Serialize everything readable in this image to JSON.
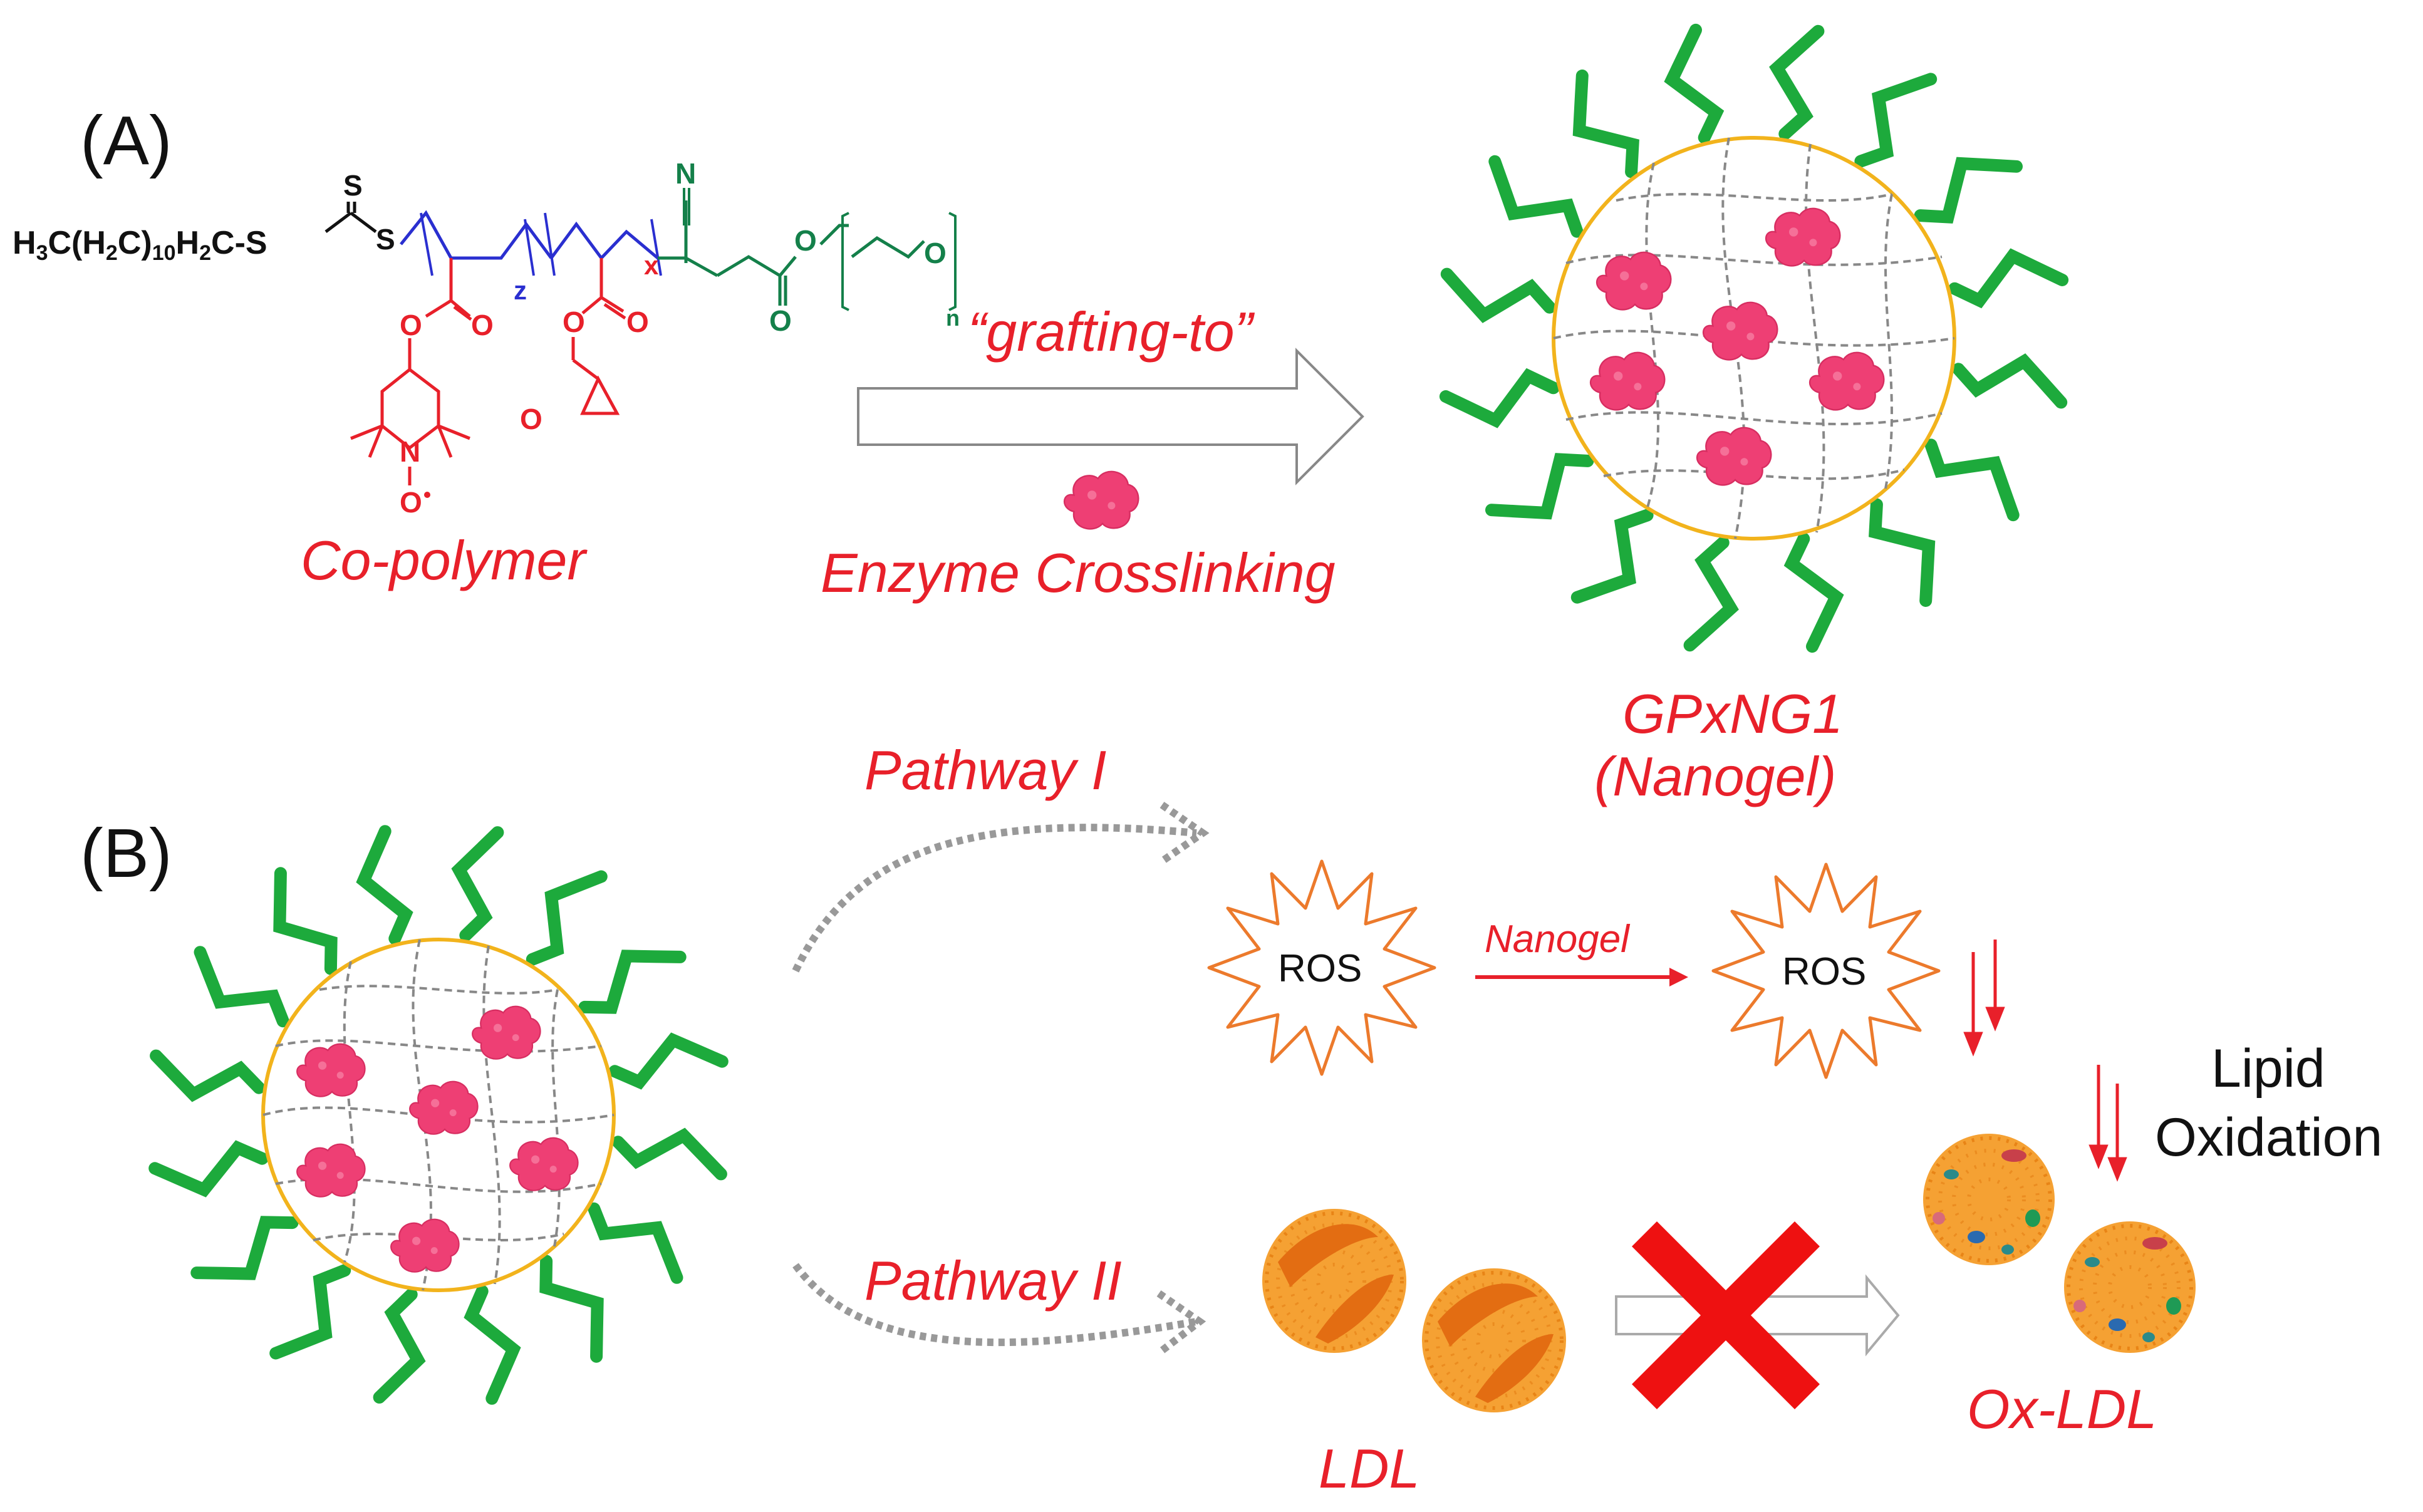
{
  "panel_a": {
    "label": "(A)",
    "formula": {
      "chain_start": "H3C(H2C)10H2C-S",
      "s_top": "S",
      "s_right": "S",
      "sub_z": "z",
      "sub_x": "x",
      "sub_n": "n",
      "nitrile_n": "N",
      "o1": "O",
      "o2": "O",
      "o3": "O",
      "o4": "O",
      "o5": "O",
      "o6": "O",
      "o7": "O",
      "o8": "O",
      "nitroxide_n": "N",
      "nitroxide_o": "O"
    },
    "copolymer_label": "Co-polymer",
    "grafting_label": "“grafting-to”",
    "enzyme_label": "Enzyme Crosslinking",
    "product_label_line1": "GPxNG1",
    "product_label_line2": "(Nanogel)"
  },
  "panel_b": {
    "label": "(B)",
    "pathway1_label": "Pathway I",
    "pathway2_label": "Pathway II",
    "ros_label_1": "ROS",
    "ros_label_2": "ROS",
    "nanogel_arrow_label": "Nanogel",
    "lipid_oxidation_line1": "Lipid",
    "lipid_oxidation_line2": "Oxidation",
    "ldl_label": "LDL",
    "oxldl_label": "Ox-LDL"
  },
  "colors": {
    "red": "#e8202a",
    "green": "#1daa3c",
    "blue": "#2a2fd0",
    "dark_green": "#14804a",
    "gold": "#f2b31c",
    "pink": "#ee3f74",
    "orange": "#f39a2e",
    "ros_outline": "#ec7a2c"
  }
}
